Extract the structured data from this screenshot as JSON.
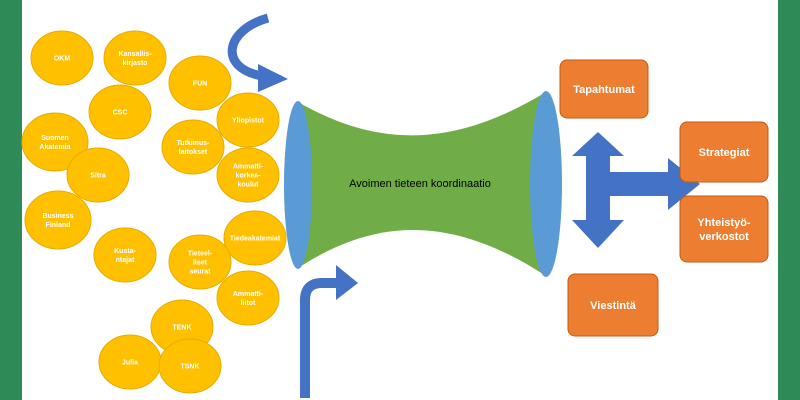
{
  "colors": {
    "frame": "#2e8b57",
    "bubble": "#ffc000",
    "bubble_stroke": "#e6ac00",
    "box": "#ed7d31",
    "box_stroke": "#c55a11",
    "funnel": "#70ad47",
    "funnel_ends": "#5b9bd5",
    "arrow": "#4472c4"
  },
  "bubbles": [
    {
      "lines": [
        "OKM"
      ]
    },
    {
      "lines": [
        "Kansallis-",
        "kirjasto"
      ]
    },
    {
      "lines": [
        "FUN"
      ]
    },
    {
      "lines": [
        "CSC"
      ]
    },
    {
      "lines": [
        "Suomen",
        "Akatemia"
      ]
    },
    {
      "lines": [
        "Sitra"
      ]
    },
    {
      "lines": [
        "Business",
        "Finland"
      ]
    },
    {
      "lines": [
        "Tutkimus-",
        "laitokset"
      ]
    },
    {
      "lines": [
        "Yliopistot"
      ]
    },
    {
      "lines": [
        "Ammatti-",
        "korkea-",
        "koulut"
      ]
    },
    {
      "lines": [
        "Tiedeakatemiat"
      ]
    },
    {
      "lines": [
        "Tieteel-",
        "liset",
        "seurat"
      ]
    },
    {
      "lines": [
        "Ammatti-",
        "liitot"
      ]
    },
    {
      "lines": [
        "Kusta-",
        "ntajat"
      ]
    },
    {
      "lines": [
        "TENK"
      ]
    },
    {
      "lines": [
        "Julia"
      ]
    },
    {
      "lines": [
        "TSNK"
      ]
    }
  ],
  "center": {
    "label": "Avoimen tieteen koordinaatio"
  },
  "boxes": [
    {
      "label": [
        "Tapahtumat"
      ]
    },
    {
      "label": [
        "Strategiat"
      ]
    },
    {
      "label": [
        "Yhteistyö-",
        "verkostot"
      ]
    },
    {
      "label": [
        "Viestintä"
      ]
    }
  ]
}
